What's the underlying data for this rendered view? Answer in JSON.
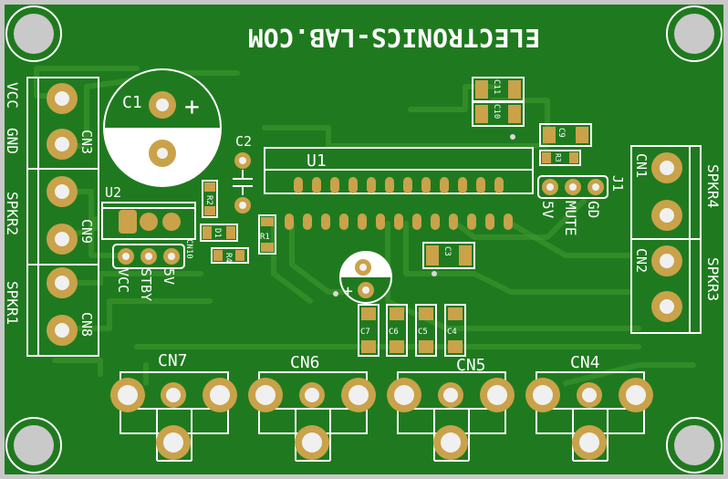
{
  "board": {
    "title_text": "ELECTRONICS-LAB.COM",
    "colors": {
      "board_edge": "#c8c8c8",
      "soldermask": "#1f7a1f",
      "trace": "#3a9a2c",
      "silkscreen": "#ffffff",
      "pad": "#c9a24a"
    }
  },
  "labels": {
    "vcc": "VCC",
    "gnd": "GND",
    "cn3": "CN3",
    "spkr2": "SPKR2",
    "cn9": "CN9",
    "spkr1": "SPKR1",
    "cn8": "CN8",
    "c1": "C1",
    "c1_plus": "+",
    "c2": "C2",
    "u1": "U1",
    "u2": "U2",
    "r1": "R1",
    "r2": "R2",
    "r3": "R3",
    "r4": "R4",
    "d1": "D1",
    "cn10": "CN10",
    "cn10_vcc": "VCC",
    "cn10_stby": "STBY",
    "cn10_5v": "5V",
    "c3": "C3",
    "c4": "C4",
    "c5": "C5",
    "c6": "C6",
    "c7": "C7",
    "c9": "C9",
    "c10": "C10",
    "c11": "C11",
    "cap_plus": "+",
    "j1": "J1",
    "j1_5v": "5V",
    "j1_mute": "MUTE",
    "j1_gd": "GD",
    "cn1": "CN1",
    "cn2": "CN2",
    "spkr4": "SPKR4",
    "spkr3": "SPKR3",
    "cn4": "CN4",
    "cn5": "CN5",
    "cn6": "CN6",
    "cn7": "CN7"
  }
}
